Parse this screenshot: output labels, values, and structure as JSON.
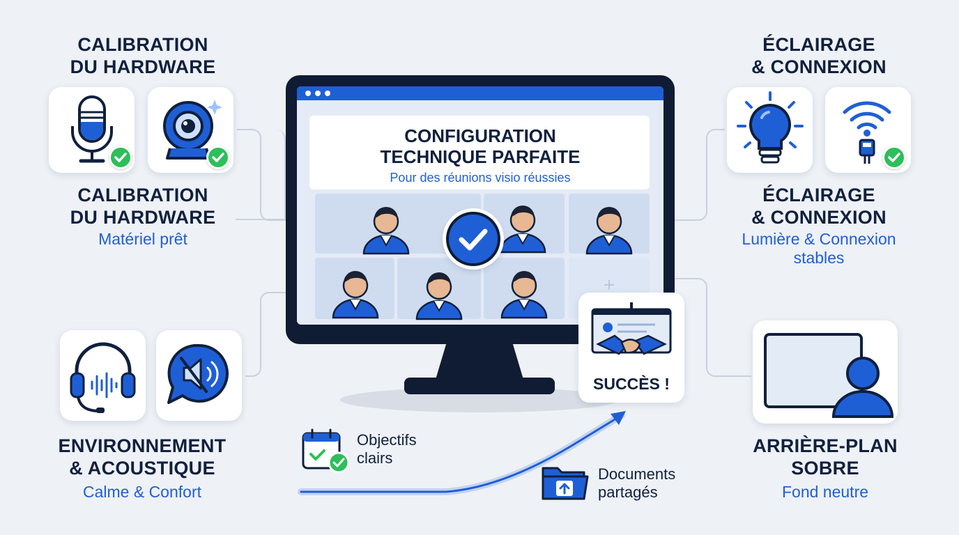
{
  "center": {
    "title_line1": "CONFIGURATION",
    "title_line2": "TECHNIQUE PARFAITE",
    "subtitle": "Pour des réunions visio réussies"
  },
  "top_left": {
    "header_line1": "CALIBRATION",
    "header_line2": "DU HARDWARE",
    "title_line1": "CALIBRATION",
    "title_line2": "DU HARDWARE",
    "subtitle": "Matériel prêt"
  },
  "top_right": {
    "header_line1": "ÉCLAIRAGE",
    "header_line2": "& CONNEXION",
    "title_line1": "ÉCLAIRAGE",
    "title_line2": "& CONNEXION",
    "subtitle_line1": "Lumière & Connexion",
    "subtitle_line2": "stables"
  },
  "bottom_left": {
    "title_line1": "ENVIRONNEMENT",
    "title_line2": "& ACOUSTIQUE",
    "subtitle": "Calme & Confort"
  },
  "bottom_right": {
    "title_line1": "ARRIÈRE-PLAN",
    "title_line2": "SOBRE",
    "subtitle": "Fond neutre"
  },
  "success": {
    "label": "SUCCÈS !"
  },
  "timeline": {
    "item1_line1": "Objectifs",
    "item1_line2": "clairs",
    "item2_line1": "Documents",
    "item2_line2": "partagés"
  },
  "icons": {
    "microphone": "microphone-icon",
    "webcam": "webcam-icon",
    "bulb": "light-bulb-icon",
    "wifi": "wifi-ethernet-icon",
    "headset": "headset-icon",
    "mute": "muted-speaker-icon",
    "calendar": "calendar-check-icon",
    "folder": "folder-upload-icon",
    "handshake": "handshake-presentation-icon",
    "background": "neutral-background-icon"
  },
  "colors": {
    "accent": "#1f5fd6",
    "dark": "#10203d",
    "success": "#2cbf5a",
    "background": "#eef1f6"
  }
}
